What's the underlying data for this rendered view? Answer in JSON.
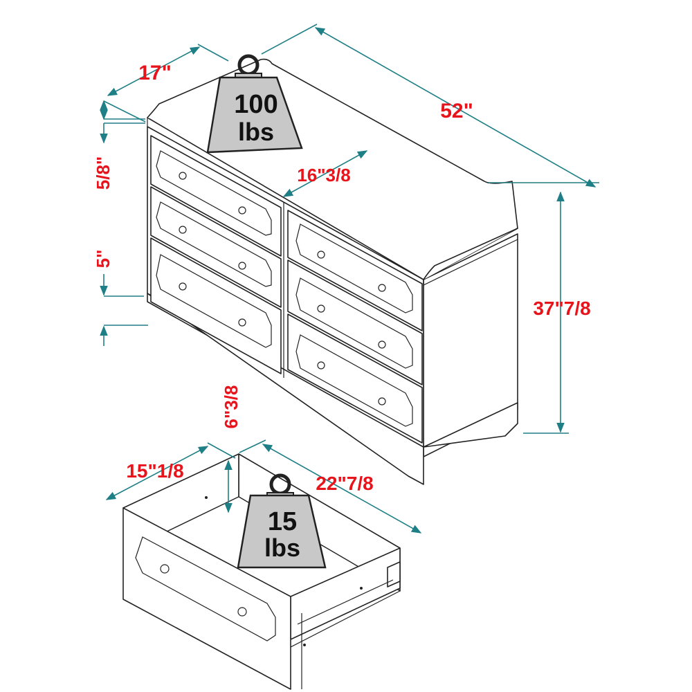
{
  "colors": {
    "dimension_text": "#e8141c",
    "dimension_line": "#1e7f86",
    "outline": "#222222",
    "weight_fill": "#c8c8c8"
  },
  "dresser": {
    "weight_top": {
      "number": "100",
      "unit": "lbs",
      "icon": "weight-icon"
    },
    "dimensions": {
      "width": "52\"",
      "depth": "17\"",
      "height": "37\"7/8",
      "inner_width": "16\"3/8",
      "top_rail": "5/8\"",
      "base": "5\""
    }
  },
  "drawer": {
    "weight": {
      "number": "15",
      "unit": "lbs",
      "icon": "weight-icon"
    },
    "dimensions": {
      "height": "6\"3/8",
      "width": "15\"1/8",
      "depth": "22\"7/8"
    }
  }
}
